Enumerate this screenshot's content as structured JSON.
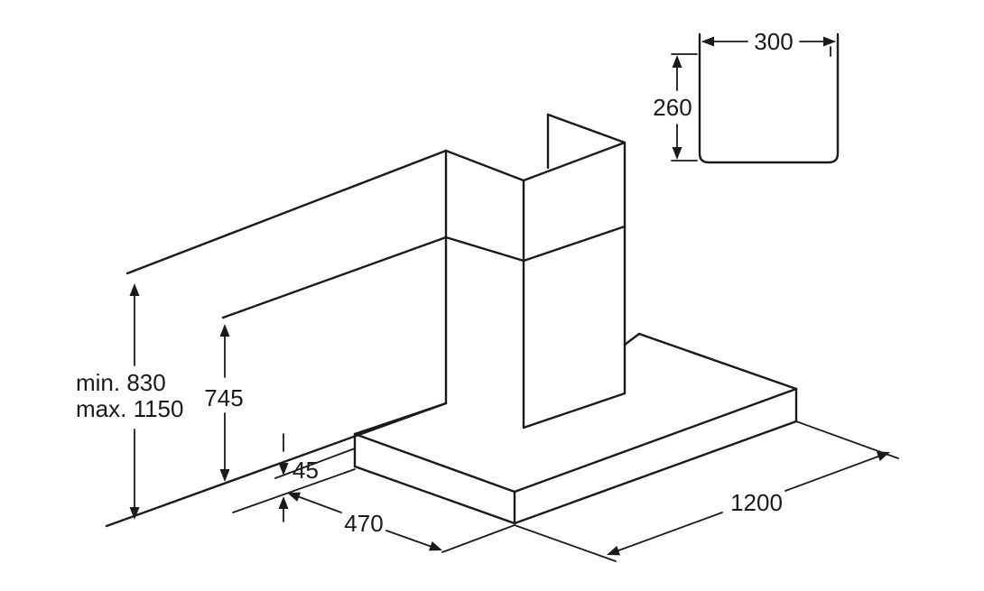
{
  "dimensions": {
    "duct_width": "300",
    "duct_depth": "260",
    "chimney_height_min": "min. 830",
    "chimney_height_max": "max. 1150",
    "canopy_height_to_wall": "745",
    "canopy_thickness": "45",
    "canopy_depth": "470",
    "canopy_width": "1200"
  },
  "colors": {
    "line": "#1a1a1a",
    "background": "#ffffff"
  }
}
